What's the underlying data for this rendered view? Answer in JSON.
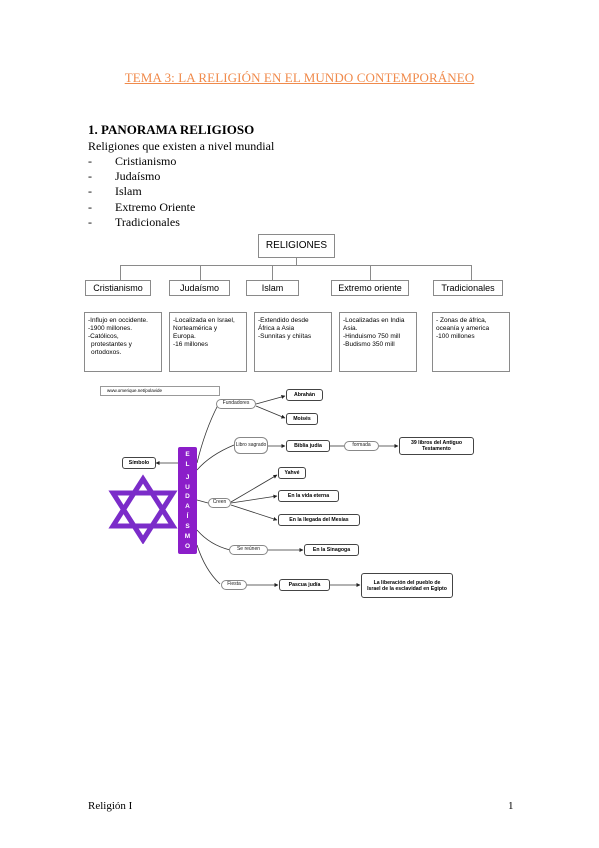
{
  "page": {
    "title": "TEMA 3: LA RELIGIÓN EN EL MUNDO CONTEMPORÁNEO",
    "section_heading": "1.  PANORAMA RELIGIOSO",
    "intro": "Religiones que existen a nivel mundial",
    "list": [
      "Cristianismo",
      "Judaísmo",
      "Islam",
      "Extremo Oriente",
      "Tradicionales"
    ],
    "list_marker": "-"
  },
  "religions_chart": {
    "root": "RELIGIONES",
    "categories": [
      {
        "name": "Cristianismo",
        "lines": [
          "-Influjo en occidente.",
          "-1900 millones.",
          "-Católicos,",
          "  protestantes y",
          "  ortodoxos."
        ]
      },
      {
        "name": "Judaísmo",
        "lines": [
          "-Localizada en Israel,",
          "Norteamérica y",
          "Europa.",
          "-16 millones"
        ]
      },
      {
        "name": "Islam",
        "lines": [
          "-Extendido desde",
          "África a Asia",
          "-Sunnitas y chiítas"
        ]
      },
      {
        "name": "Extremo oriente",
        "lines": [
          "-Localizadas en India",
          "Asia.",
          "-Hinduismo 750 mill",
          "-Budismo 350 mill"
        ]
      },
      {
        "name": "Tradicionales",
        "lines": [
          "- Zonas de áfrica,",
          "oceanía y america",
          "-100 millones"
        ]
      }
    ]
  },
  "judaism_map": {
    "url": "www.omerique.net/polavide",
    "central_letters": [
      "E",
      "L",
      "",
      "J",
      "U",
      "D",
      "A",
      "Í",
      "S",
      "M",
      "O"
    ],
    "symbol_label": "Símbolo",
    "star_color": "#7b2cc9",
    "bar_color": "#8b1ec9",
    "branches": {
      "fundadores": "Fundadores",
      "abrahan": "Abrahán",
      "moises": "Moisés",
      "libro_sagrado": "Libro sagrado",
      "biblia": "Biblia judía",
      "formada": "formada",
      "antiguo_testamento": "39 libros del Antiguo Testamento",
      "creen": "Creen",
      "yahve": "Yahvé",
      "vida_eterna": "En la vida eterna",
      "mesias": "En la llegada del Mesías",
      "se_reunen": "Se reúnen",
      "sinagoga": "En la Sinagoga",
      "fiesta": "Fiesta",
      "pascua": "Pascua judía",
      "liberacion": "La liberación del pueblo de Israel de la esclavidad en Egipto"
    }
  },
  "footer": {
    "left": "Religión I",
    "page_number": "1"
  }
}
